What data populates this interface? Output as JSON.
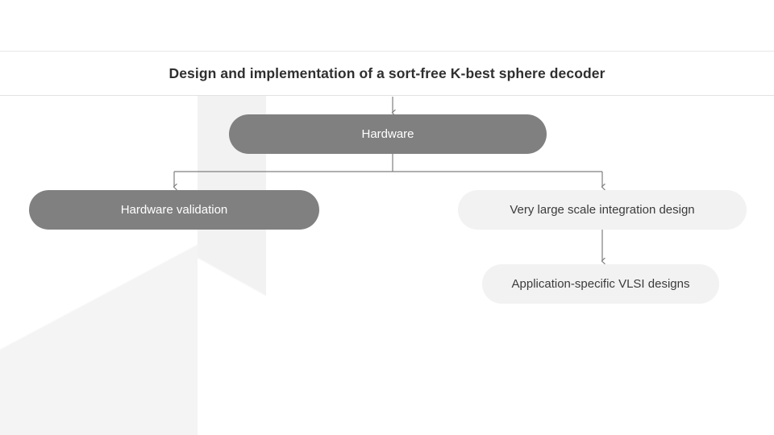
{
  "slide": {
    "title": "Design and implementation of a sort-free K-best sphere decoder",
    "background_color": "#ffffff",
    "accent_fill": "#808080",
    "light_fill": "#f2f2f2",
    "connector_color": "#7f7f7f"
  },
  "nodes": {
    "root": {
      "label": "Hardware",
      "style": "filled",
      "fill": "#808080",
      "text_color": "#ffffff"
    },
    "hw_validation": {
      "label": "Hardware validation",
      "style": "filled",
      "fill": "#808080",
      "text_color": "#ffffff"
    },
    "vlsi": {
      "label": "Very large scale integration design",
      "style": "light",
      "fill": "#f2f2f2",
      "text_color": "#3b3b3b"
    },
    "asic": {
      "label": "Application-specific VLSI designs",
      "style": "light",
      "fill": "#f2f2f2",
      "text_color": "#3b3b3b"
    }
  }
}
